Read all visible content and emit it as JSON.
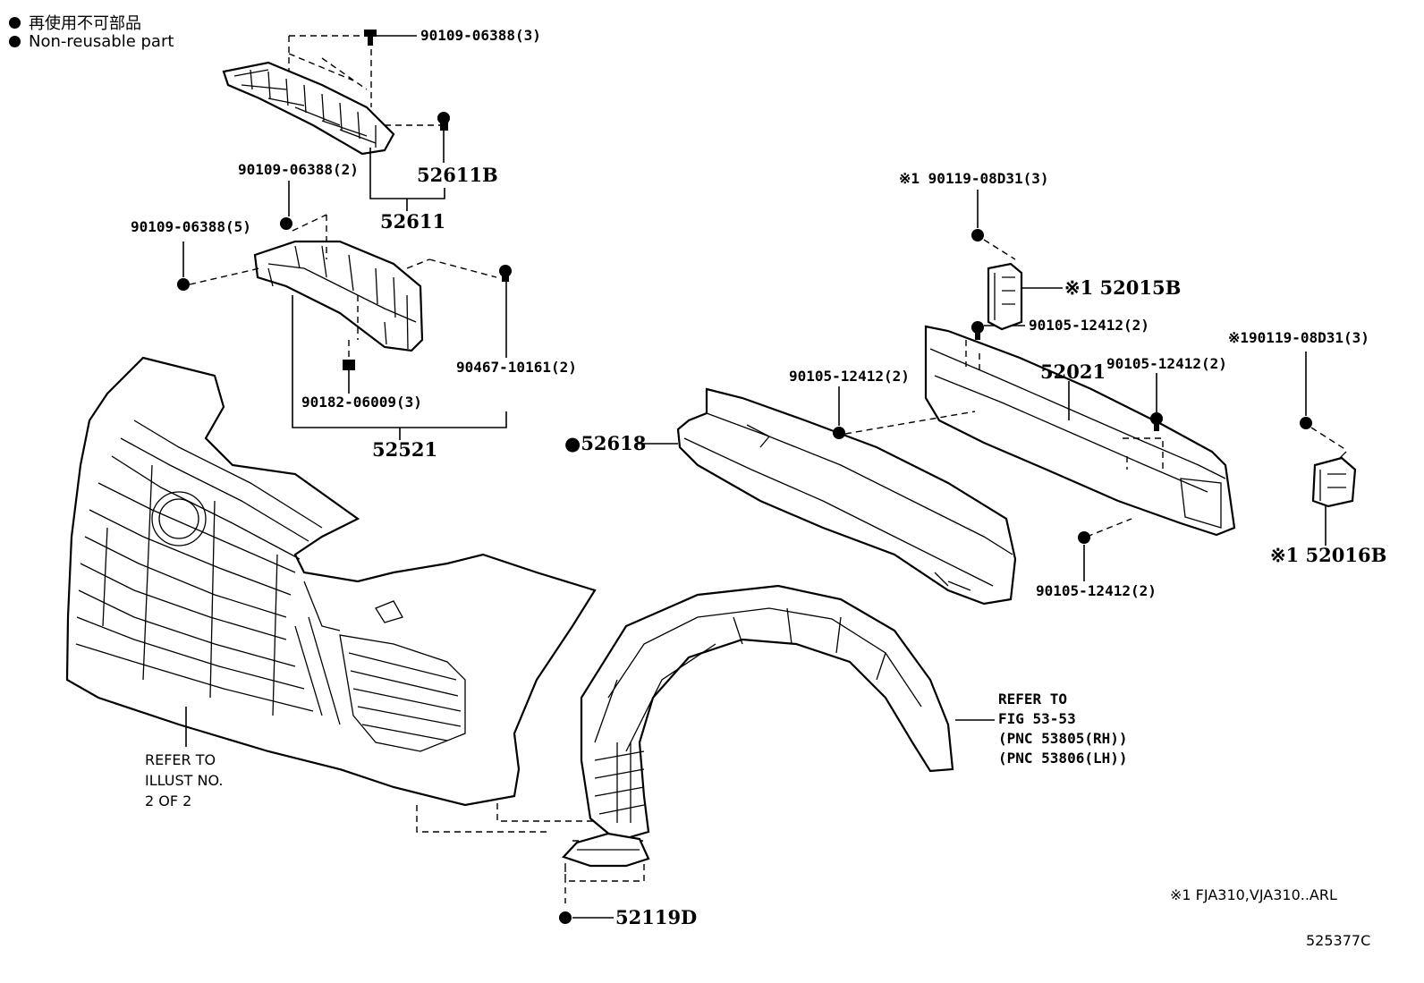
{
  "legend": {
    "jp": "再使用不可部品",
    "en": "Non-reusable part"
  },
  "labels": {
    "bolt_52611_top": "90109-06388(3)",
    "part_52611b": "52611B",
    "bolt_52521_top": "90109-06388(2)",
    "part_52611": "52611",
    "bolt_52521_left": "90109-06388(5)",
    "clip_52521": "90467-10161(2)",
    "nut_52521": "90182-06009(3)",
    "part_52521": "52521",
    "bolt_52015b": "※1 90119-08D31(3)",
    "part_52015b": "※1 52015B",
    "bolt_52021_top": "90105-12412(2)",
    "bolt_52016b": "※190119-08D31(3)",
    "bolt_52021_right": "90105-12412(2)",
    "part_52021": "52021",
    "bolt_52021_left": "90105-12412(2)",
    "part_52618": "●52618",
    "bolt_52021_bottom": "90105-12412(2)",
    "part_52016b": "※1 52016B",
    "part_52119d": "52119D"
  },
  "notes": {
    "refer_illust": [
      "REFER TO",
      "ILLUST NO.",
      "2 OF 2"
    ],
    "refer_fig": [
      "REFER TO",
      "FIG 53-53",
      "(PNC 53805(RH))",
      "(PNC 53806(LH))"
    ]
  },
  "footnote": "※1 FJA310,VJA310..ARL",
  "illustration_id": "525377C"
}
